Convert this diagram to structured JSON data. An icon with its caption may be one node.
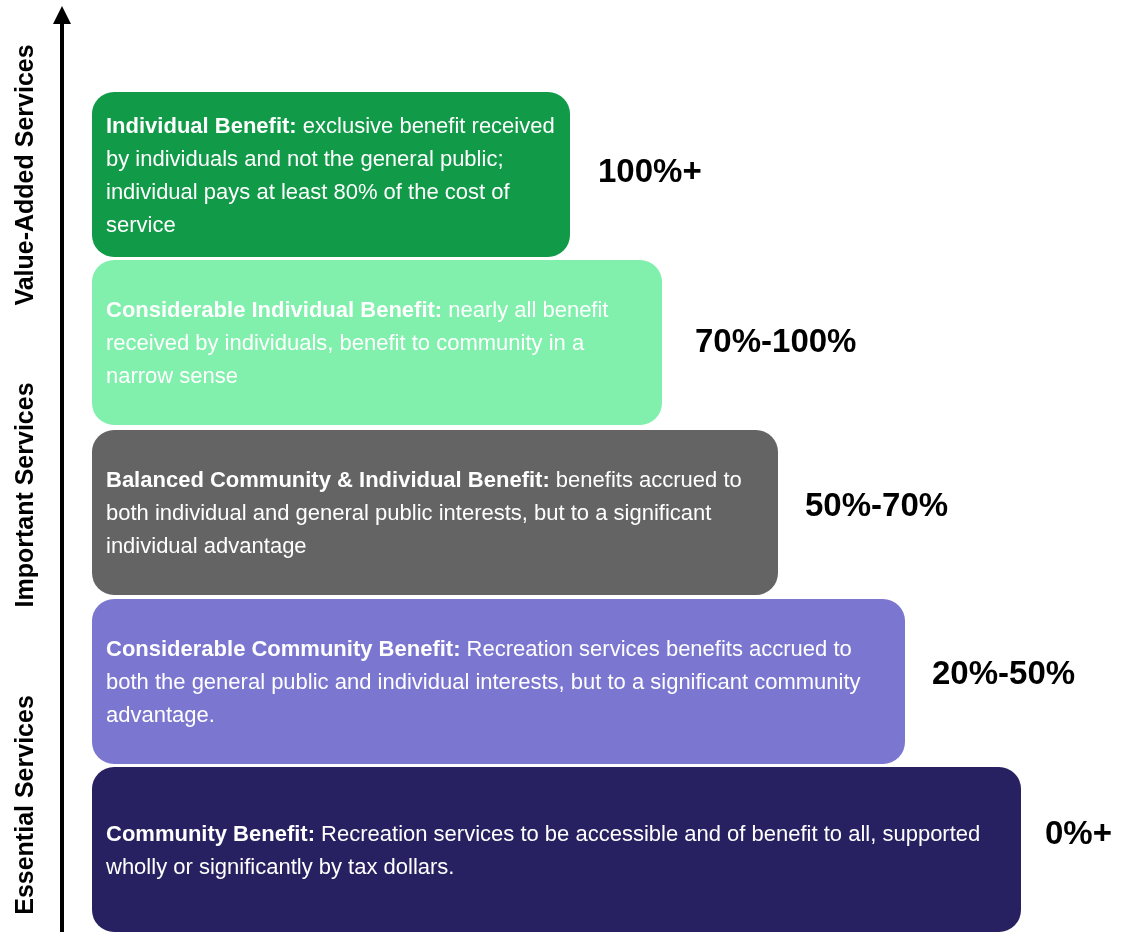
{
  "diagram": {
    "nodes": [
      {
        "text": [
          "**Individual Benefit:** exclusive benefit received by individuals and not the general public; individual pays at least 80% of the cost of service"
        ],
        "beside": [
          "100%+"
        ]
      },
      {
        "text": [
          "**Considerable Individual Benefit:** nearly all benefit received by individuals, benefit to community in a narrow sense"
        ],
        "beside": [
          "70%-100%"
        ]
      },
      {
        "text": [
          "**Balanced Community & Individual Benefit:** benefits accrued to both individual and general public interests, but to a significant individual advantage"
        ],
        "beside": [
          "50%-70%"
        ]
      },
      {
        "text": [
          "**Considerable Community Benefit:** Recreation services benefits accrued to both the general public and individual interests, but to a significant community advantage."
        ],
        "beside": [
          "20%-50%"
        ]
      },
      {
        "text": [
          "**Community Benefit:** Recreation services to be accessible and of benefit to all, supported wholly or significantly by tax dollars."
        ],
        "beside": [
          "0%+"
        ]
      }
    ],
    "labels": [
      "Value-Added Services",
      "Important Services",
      "Essential Services"
    ]
  }
}
